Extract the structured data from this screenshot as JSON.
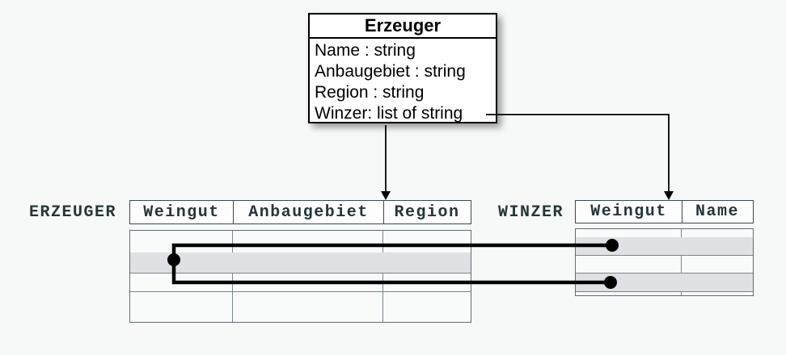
{
  "class_box": {
    "title": "Erzeuger",
    "attributes": [
      "Name : string",
      "Anbaugebiet : string",
      "Region : string",
      "Winzer: list of string"
    ]
  },
  "erzeuger_table": {
    "label": "ERZEUGER",
    "columns": [
      "Weingut",
      "Anbaugebiet",
      "Region"
    ],
    "body_rows": 4,
    "highlighted_rows": [
      2
    ]
  },
  "winzer_table": {
    "label": "WINZER",
    "columns": [
      "Weingut",
      "Name"
    ],
    "body_rows": 4,
    "highlighted_rows": [
      2,
      4
    ]
  },
  "colors": {
    "background": "#f7f8f8",
    "class_box_border": "#000000",
    "table_header_border": "#3a4a50",
    "table_text": "#263539",
    "grid_line": "#78878a",
    "row_highlight": "#e0e1e4",
    "connector": "#000000"
  }
}
